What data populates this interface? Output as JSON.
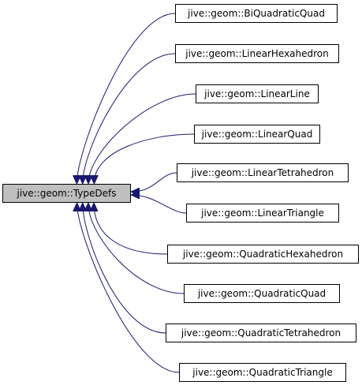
{
  "diagram": {
    "root": {
      "label": "jive::geom::TypeDefs",
      "fill": "#bfbfbf"
    },
    "edge_color": "#191970",
    "children": [
      {
        "label": "jive::geom::BiQuadraticQuad"
      },
      {
        "label": "jive::geom::LinearHexahedron"
      },
      {
        "label": "jive::geom::LinearLine"
      },
      {
        "label": "jive::geom::LinearQuad"
      },
      {
        "label": "jive::geom::LinearTetrahedron"
      },
      {
        "label": "jive::geom::LinearTriangle"
      },
      {
        "label": "jive::geom::QuadraticHexahedron"
      },
      {
        "label": "jive::geom::QuadraticQuad"
      },
      {
        "label": "jive::geom::QuadraticTetrahedron"
      },
      {
        "label": "jive::geom::QuadraticTriangle"
      }
    ]
  }
}
